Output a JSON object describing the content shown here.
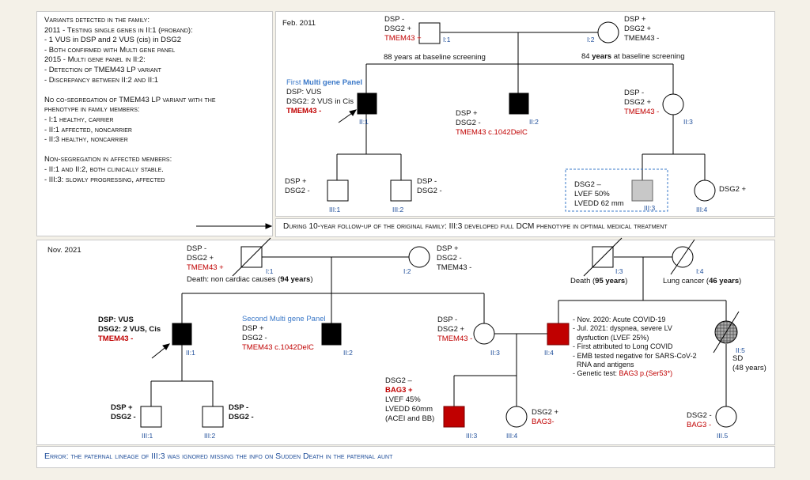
{
  "summary": {
    "lines": [
      "Variants detected in the family:",
      "2011 - Testing single genes in II:1 (proband):",
      " - 1 VUS in DSP and 2 VUS (cis) in DSG2",
      " - Both confirmed with Multi gene panel",
      "2015 - Multi gene panel in II:2:",
      " - Detection of TMEM43 LP variant",
      " - Discrepancy between II:2 and II:1",
      "",
      "No co-segregation of TMEM43 LP variant with the",
      "phenotype in family members:",
      " - I:1  healthy, carrier",
      " - II:1 affected, noncarrier",
      " - II:3 healthy, noncarrier",
      "",
      "Non-segregation in affected members:",
      " - II:1 and II:2, both clinically stable.",
      " - III:3: slowly progressing, affected"
    ]
  },
  "followup_note": "During 10-year follow-up of the original family: III:3 developed full DCM phenotype in optimal medical treatment",
  "error_note": {
    "label": "Error:",
    "text": " the paternal lineage of III:3 was ignored missing the info on Sudden Death in the paternal aunt"
  },
  "top": {
    "date": "Feb. 2011",
    "I1": {
      "id": "I:1",
      "dsp": "DSP -",
      "dsg2": "DSG2 +",
      "tmem": "TMEM43 +",
      "note": "88 years at baseline screening"
    },
    "I2": {
      "id": "I:2",
      "dsp": "DSP +",
      "dsg2": "DSG2 +",
      "tmem": "TMEM43 -",
      "note_pre": "84 ",
      "note_b": "years",
      "note_post": " at baseline screening"
    },
    "II1": {
      "id": "II:1",
      "panel_pre": "First ",
      "panel_b": "Multi gene Panel",
      "dsp": "DSP: VUS",
      "dsg2": "DSG2: 2 VUS in Cis",
      "tmem": "TMEM43 -"
    },
    "II2": {
      "id": "II:2",
      "dsp": "DSP +",
      "dsg2": "DSG2 -",
      "tmem": "TMEM43 c.1042DelC"
    },
    "II3": {
      "id": "II:3",
      "dsp": "DSP -",
      "dsg2": "DSG2 +",
      "tmem": "TMEM43 -"
    },
    "III1": {
      "id": "III:1",
      "dsp": "DSP +",
      "dsg2": "DSG2 -"
    },
    "III2": {
      "id": "III:2",
      "dsp": "DSP -",
      "dsg2": "DSG2 -"
    },
    "III3": {
      "id": "III:3",
      "dsg2": "DSG2 –",
      "lvef": "LVEF 50%",
      "lvedd": "LVEDD 62 mm"
    },
    "III4": {
      "id": "III:4",
      "dsg2": "DSG2 +"
    }
  },
  "bottom": {
    "date": "Nov. 2021",
    "I1": {
      "id": "I:1",
      "dsp": "DSP -",
      "dsg2": "DSG2 +",
      "tmem": "TMEM43 +",
      "note_pre": "Death: non cardiac causes (",
      "note_b": "94 years",
      "note_post": ")"
    },
    "I2": {
      "id": "I:2",
      "dsp": "DSP +",
      "dsg2": "DSG2 -",
      "tmem": "TMEM43 -"
    },
    "I3": {
      "id": "I:3",
      "note_pre": "Death (",
      "note_b": "95 years",
      "note_post": ")"
    },
    "I4": {
      "id": "I:4",
      "note_pre": "Lung cancer (",
      "note_b": "46 years",
      "note_post": ")"
    },
    "II1": {
      "id": "II:1",
      "dsp": "DSP: VUS",
      "dsg2": "DSG2: 2 VUS, Cis",
      "tmem": "TMEM43 -"
    },
    "II2": {
      "id": "II:2",
      "panel": "Second Multi gene Panel",
      "dsp": "DSP +",
      "dsg2": "DSG2 -",
      "tmem": "TMEM43 c.1042DelC"
    },
    "II3": {
      "id": "II:3",
      "dsp": "DSP -",
      "dsg2": "DSG2 +",
      "tmem": "TMEM43 -"
    },
    "II4": {
      "id": "II:4",
      "notes": [
        "- Nov. 2020: Acute COVID-19",
        "- Jul. 2021: dyspnea, severe LV",
        "  dysfuction (LVEF 25%)",
        "- First attributed to Long COVID",
        "- EMB tested negative for SARS-CoV-2",
        "  RNA and antigens"
      ],
      "genetic_pre": "- Genetic test: ",
      "genetic_red": "BAG3 p.(Ser53*)"
    },
    "II5": {
      "id": "II:5",
      "sd": "SD",
      "age": "(48 years)"
    },
    "III1": {
      "id": "III:1",
      "dsp": "DSP +",
      "dsg2": "DSG2 -"
    },
    "III2": {
      "id": "III:2",
      "dsp": "DSP -",
      "dsg2": "DSG2 -"
    },
    "III3": {
      "id": "III:3",
      "dsg2": "DSG2 –",
      "bag3": "BAG3 +",
      "lvef": "LVEF 45%",
      "lvedd": "LVEDD 60mm",
      "meds": "(ACEI and BB)"
    },
    "III4": {
      "id": "III:4",
      "dsg2": "DSG2 +",
      "bag3": "BAG3-"
    },
    "III5": {
      "id": "III.5",
      "dsg2": "DSG2 -",
      "bag3": "BAG3 -"
    }
  },
  "colors": {
    "affected": "#000000",
    "affected_red": "#c00000",
    "uncertain": "#bdbdbd",
    "lineage_blue": "#1f4e9a",
    "panel_blue": "#3a78c8"
  }
}
